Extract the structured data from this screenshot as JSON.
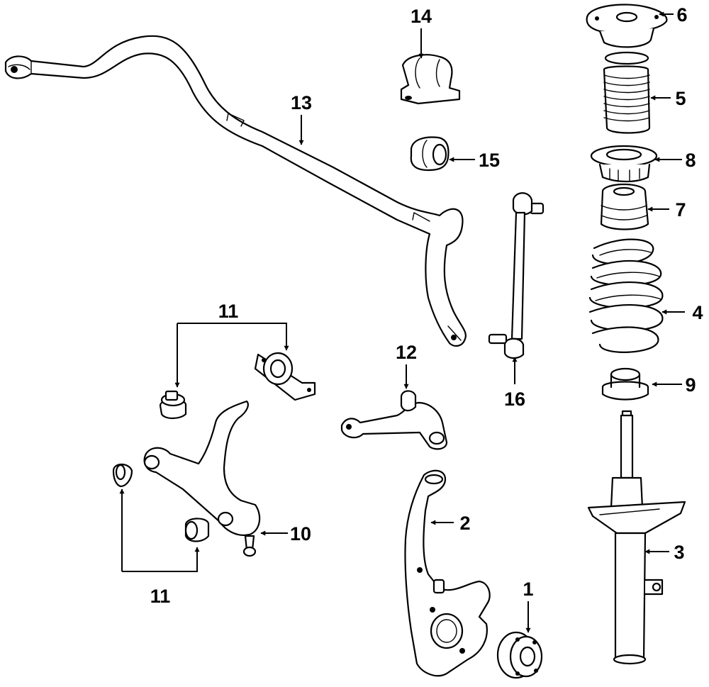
{
  "callouts": {
    "c1": "1",
    "c2": "2",
    "c3": "3",
    "c4": "4",
    "c5": "5",
    "c6": "6",
    "c7": "7",
    "c8": "8",
    "c9": "9",
    "c10": "10",
    "c11_top": "11",
    "c11_bottom": "11",
    "c12": "12",
    "c13": "13",
    "c14": "14",
    "c15": "15",
    "c16": "16"
  }
}
